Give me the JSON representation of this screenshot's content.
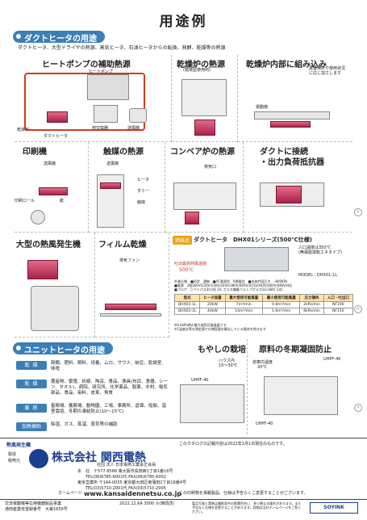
{
  "page": {
    "title": "用途例"
  },
  "duct_section": {
    "heading": "ダクトヒータの用途",
    "intro": "ダクトヒータ、大型ドライヤの熱源、蒸気ヒータ、石油ヒータからの転換、発酵、乾燥等の熱源"
  },
  "cells": {
    "heat_pump": {
      "title": "ヒートポンプの補助熱源",
      "labels": [
        "ヒートポンプ",
        "乾燥炉",
        "ダクトヒータ",
        "熱交換器",
        "送風機"
      ]
    },
    "drying_furnace": {
      "title": "乾燥炉の熱源",
      "subtitle": "(循環型使用例)"
    },
    "inside_furnace": {
      "title": "乾燥炉内部に組み込み",
      "labels": [
        "電動機",
        "設置場所や使用状況に応じ加工します"
      ]
    },
    "printing": {
      "title": "印刷機",
      "labels": [
        "送風機",
        "印刷ロール",
        "紙"
      ]
    },
    "catalyst": {
      "title": "触媒の熱源",
      "labels": [
        "送風機",
        "ヒータ",
        "ダミー",
        "触媒"
      ]
    },
    "conveyor": {
      "title": "コンベア炉の熱源",
      "labels": [
        "排気口"
      ]
    },
    "duct_connect": {
      "title": "ダクトに接続",
      "title2": "・出力負荷抵抗器"
    },
    "hot_air": {
      "title": "大型の熱風発生機"
    },
    "film": {
      "title": "フィルム乾燥",
      "labels": [
        "排気ファン"
      ]
    }
  },
  "sister_product": {
    "badge": "姉妹品",
    "name": "ダクトヒータ　DHX01シリーズ(500℃仕様)",
    "inlet_note": "入口温度は350℃",
    "inlet_note2": "(無風能運転エネタイプ)",
    "outlet_label": "吐出最高熱風温度",
    "outlet_value": "500℃",
    "model": "MODEL : DHX01-1L",
    "specs": [
      "外装仕様　■形状　通線　■AC電源型　K熱電対　■本体許容圧力　–800KPa",
      "■電源　3相200V/220V/230V/240V/380V/400V/415V/440V/460V/480V対応",
      "■ブロア　二ペイパス3(口径 1A, ガラス繊維ベルトパガラス1G(38A) 1本)"
    ],
    "table_headers": [
      "型式",
      "ヒータ容量",
      "最大使用可能風量",
      "最小使用可能風量",
      "圧力損失",
      "入口・吐出口"
    ],
    "table_rows": [
      [
        "DHX01-1L",
        "20kW",
        "7m³/min",
        "0.8m³/min",
        "2kPa/min",
        "NF100"
      ],
      [
        "DHX01-2L",
        "40kW",
        "14m³/min",
        "1.6m³/min",
        "6kPa/min",
        "NF150"
      ]
    ],
    "table_notes": [
      "※0.6kPa時の最大使用可能風量です",
      "※1温度計等の測定値で仕様容量を算出している場合を除きます"
    ]
  },
  "unit_section": {
    "heading": "ユニットヒータの用途",
    "rows": [
      {
        "tag": "乾燥",
        "text": "穀類、肥料、飼料、培養、ムロ、サウナ、納豆、乾燥室、味噌"
      },
      {
        "tag": "乾燥",
        "text": "農産物、繁殖、紡績、陶芸、食品、漁具(布目、食器、シーツ、タオル)、病院、研究所、化学薬品、製薬、木材、電気部品、食品、染料、皮革、角質"
      },
      {
        "tag": "暖房",
        "text": "畜鶏場、養豚場、動物園、工場、事務所、倉庫、船舶、温室栽培、冬期の凍結防止(10～15℃)"
      },
      {
        "tag": "加熱補助",
        "text": "除湿、ガス、蒸溜、蒸気等の補助"
      }
    ]
  },
  "mushroom": {
    "title": "もやしの栽培",
    "labels": [
      "ハウス内",
      "15～30℃",
      "UHPF-40"
    ]
  },
  "winter": {
    "title": "原料の冬期凝固防止",
    "labels": [
      "倉庫内温度",
      "20℃",
      "UHPF-40",
      "UHPF-40"
    ]
  },
  "footer": {
    "brand": "熱風発生機",
    "maker_label1": "製造",
    "maker_label2": "販売元",
    "company": "株式会社 関西電熱",
    "tagline": "社団 法人 日本電熱工業会正会員",
    "hq": "本　社　〒577-8566 東大阪市長田西1丁目1番16号",
    "tel": "TEL(06)6785-6001代 FAX(06)6785-6002",
    "tokyo": "東京営業所 〒144-0035 東京都大田区南蒲田2丁目16番4号",
    "tel2": "TEL(03)5710-2001代 FAX(03)5710-2005",
    "url": "www.kansaidennetsu.co.jp",
    "hp_label": "ホームページ",
    "date_note": "このカタログの記載内容は2022年1月1日現在のものです。",
    "change_note": "この印刷物を掲載製品、仕様は予告なくこ変更することがございます。",
    "registration1": "交流電動機等応用機器製品事業",
    "registration2": "通商産業省登録番号　大第1659号",
    "code": "2022.12.KA 3000 ②(西問改)",
    "warning": "製品写真と実物は撮影条件の影響色合い、多少異なる場合があります。また予告なく仕様を変更することがあります。詳細は当社ホームページをご覧ください。",
    "cert": "SOYINK"
  }
}
